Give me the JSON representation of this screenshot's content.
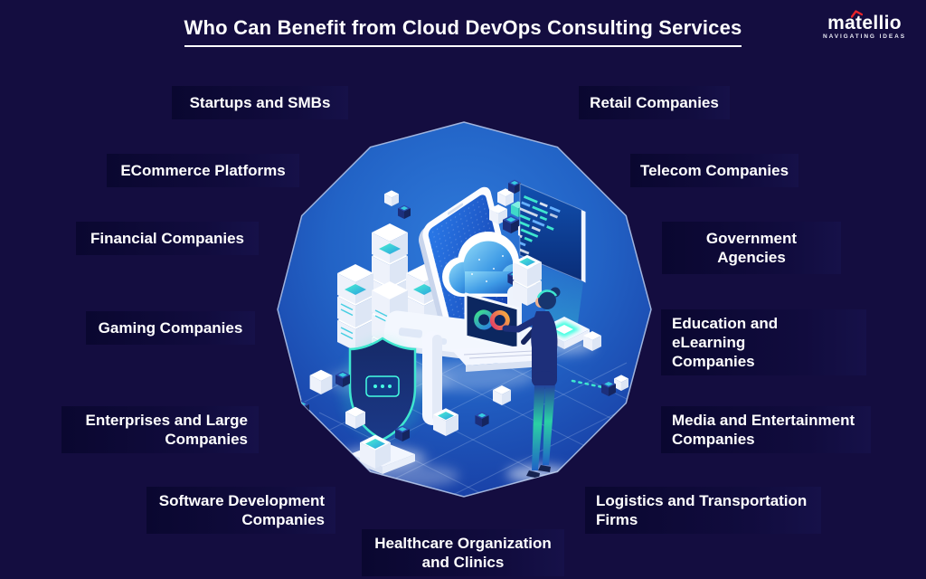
{
  "header": {
    "title": "Who Can Benefit from Cloud DevOps Consulting Services",
    "logo": {
      "brand": "matellio",
      "tagline": "NAVIGATING IDEAS",
      "accent_color": "#e8232a"
    }
  },
  "palette": {
    "background": "#140d40",
    "label_box": "#0c0834",
    "polygon_center": "#2f7ada",
    "polygon_edge": "#15339b",
    "accent_teal": "#3ee6cf",
    "accent_orange": "#f6b03e",
    "accent_red": "#e23a68",
    "text": "#ffffff"
  },
  "labels": {
    "left": [
      {
        "lines": [
          "Startups and SMBs"
        ]
      },
      {
        "lines": [
          "ECommerce Platforms"
        ]
      },
      {
        "lines": [
          "Financial Companies"
        ]
      },
      {
        "lines": [
          "Gaming Companies"
        ]
      },
      {
        "lines": [
          "Enterprises and Large",
          "Companies"
        ]
      },
      {
        "lines": [
          "Software Development",
          "Companies"
        ]
      }
    ],
    "right": [
      {
        "lines": [
          "Retail Companies"
        ]
      },
      {
        "lines": [
          "Telecom Companies"
        ]
      },
      {
        "lines": [
          "Government Agencies"
        ]
      },
      {
        "lines": [
          "Education and eLearning",
          "Companies"
        ]
      },
      {
        "lines": [
          "Media and Entertainment",
          "Companies"
        ]
      },
      {
        "lines": [
          "Logistics and Transportation",
          "Firms"
        ]
      }
    ],
    "bottom": {
      "lines": [
        "Healthcare Organization",
        "and Clinics"
      ]
    }
  },
  "illustration": {
    "name": "cloud-devops-isometric-scene",
    "elements": [
      "server-racks",
      "tablet-device",
      "digital-cloud",
      "code-monitor",
      "holographic-projector",
      "laptop-devops-infinity",
      "security-shield",
      "devops-engineer",
      "isometric-cubes",
      "floor-grid"
    ]
  }
}
